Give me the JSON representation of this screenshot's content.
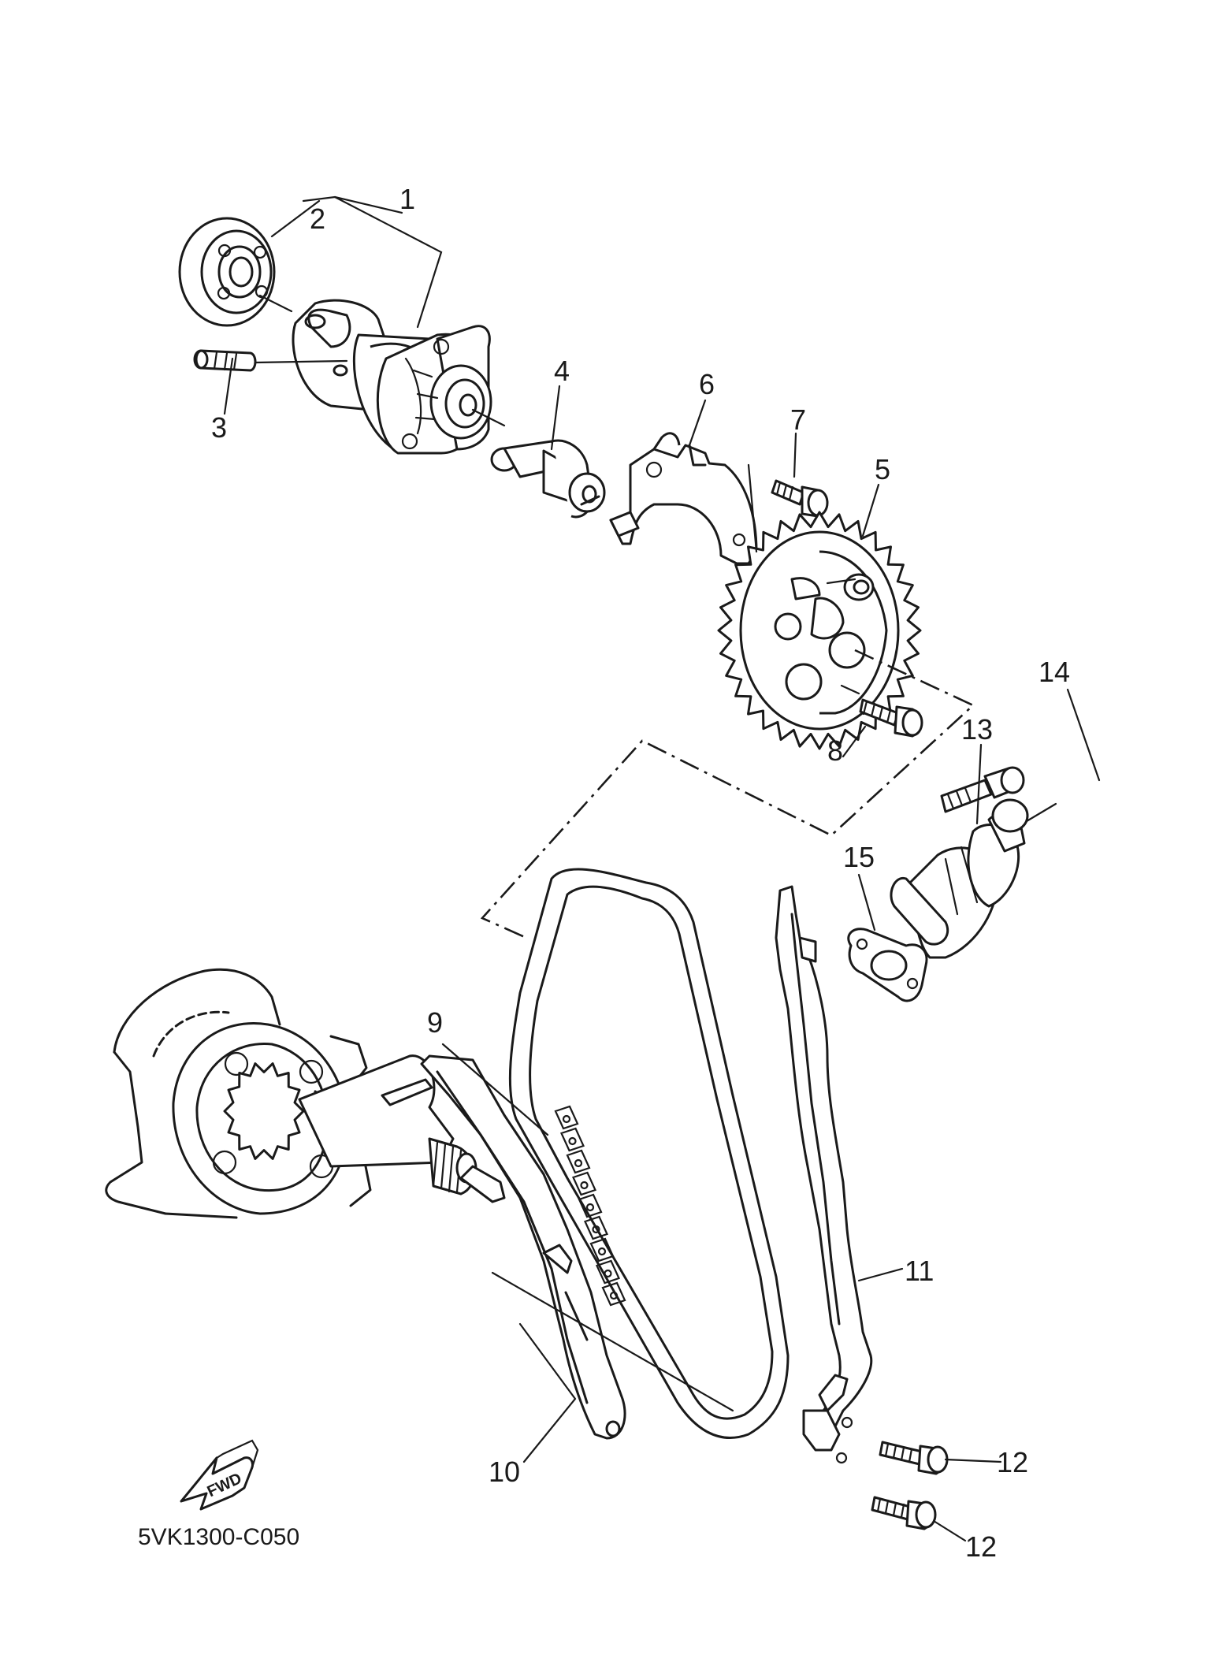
{
  "diagram_code": "5VK1300-C050",
  "fwd_label": "FWD",
  "callouts": [
    "1",
    "2",
    "3",
    "4",
    "5",
    "6",
    "7",
    "8",
    "9",
    "10",
    "11",
    "12",
    "12",
    "13",
    "14",
    "15"
  ],
  "line_color": "#1a1a1a",
  "background": "#ffffff"
}
